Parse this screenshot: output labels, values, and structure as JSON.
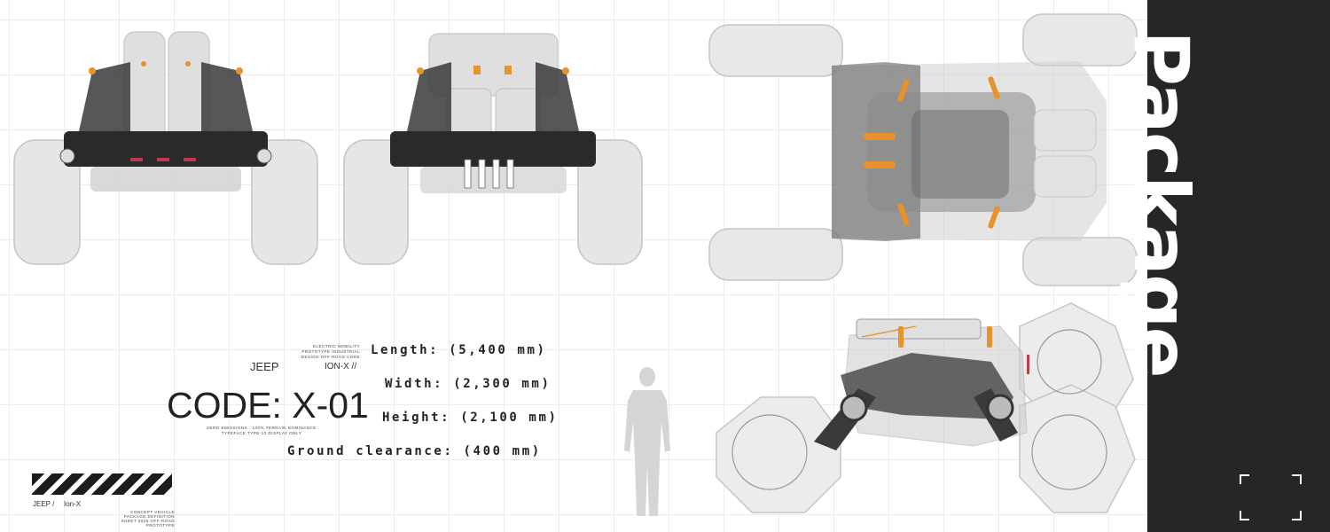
{
  "side_panel": {
    "title": "Package"
  },
  "brand": {
    "top_caption": "ELECTRIC MOBILITY PROTOTYPE INDUSTRIAL DESIGN OFF-ROAD CORE",
    "name": "JEEP",
    "model": "ION-X //",
    "code": "CODE: X-01",
    "sub_caption": "ZERO EMISSIONS · 100% TERRAIN DOMINANCE TYPEFACE TYPE-12 DISPLAY ONLY"
  },
  "specs": [
    {
      "label": "Length: (5,400 mm)"
    },
    {
      "label": "Width: (2,300 mm)"
    },
    {
      "label": "Height: (2,100 mm)"
    },
    {
      "label": "Ground clearance: (400 mm)"
    }
  ],
  "footer": {
    "brand": "JEEP /",
    "model": "Ion-X",
    "caption": "CONCEPT VEHICLE PACKAGE DEFINITION SHEET 2025 OFF-ROAD PROTOTYPE"
  },
  "colors": {
    "panel": "#262626",
    "accent": "#e8922c",
    "frame": "#2a2a2a",
    "glass": "#cfcfcf"
  },
  "icons": [
    "front-view-vehicle",
    "rear-view-vehicle",
    "top-view-vehicle",
    "side-view-vehicle",
    "human-silhouette",
    "hazard-stripes",
    "corner-brackets"
  ]
}
